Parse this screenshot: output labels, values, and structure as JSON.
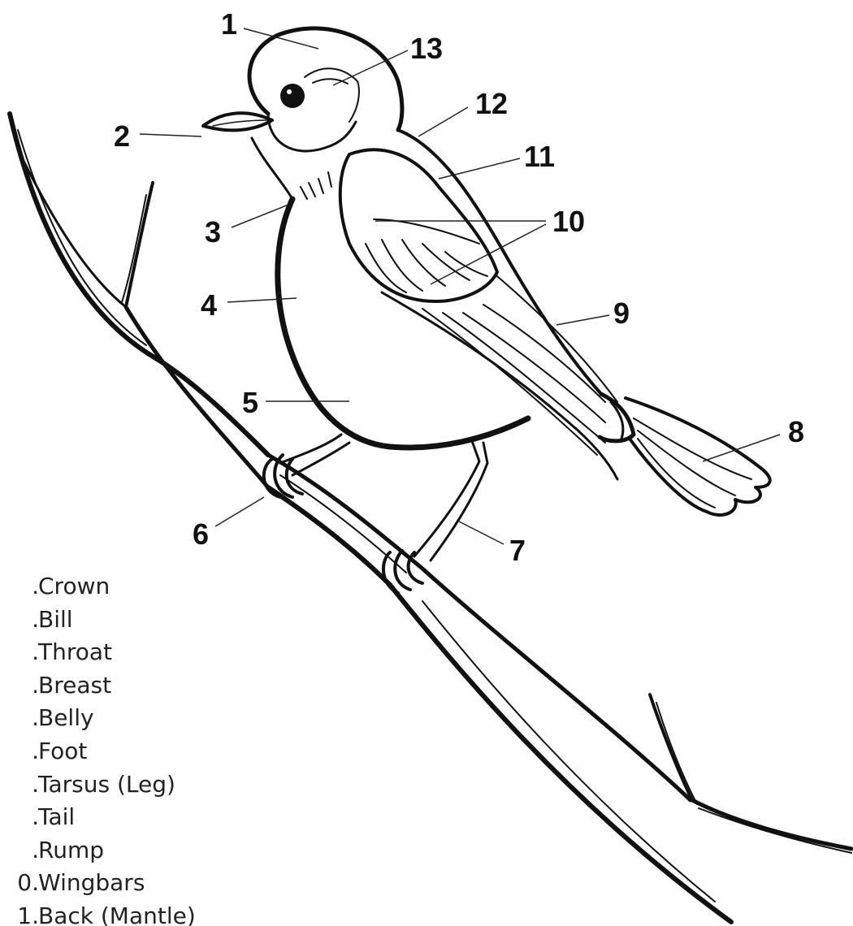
{
  "labels": [
    "1",
    "2",
    "3",
    "4",
    "5",
    "6",
    "7",
    "8",
    "9",
    "10",
    "11",
    "12",
    "13"
  ],
  "legend": [
    {
      "num": ".",
      "name": "Crown"
    },
    {
      "num": ".",
      "name": "Bill"
    },
    {
      "num": ".",
      "name": "Throat"
    },
    {
      "num": ".",
      "name": "Breast"
    },
    {
      "num": ".",
      "name": "Belly"
    },
    {
      "num": ".",
      "name": "Foot"
    },
    {
      "num": ".",
      "name": "Tarsus (Leg)"
    },
    {
      "num": ".",
      "name": "Tail"
    },
    {
      "num": ".",
      "name": "Rump"
    },
    {
      "num": "0.",
      "name": "Wingbars"
    },
    {
      "num": "1.",
      "name": "Back (Mantle)"
    }
  ]
}
